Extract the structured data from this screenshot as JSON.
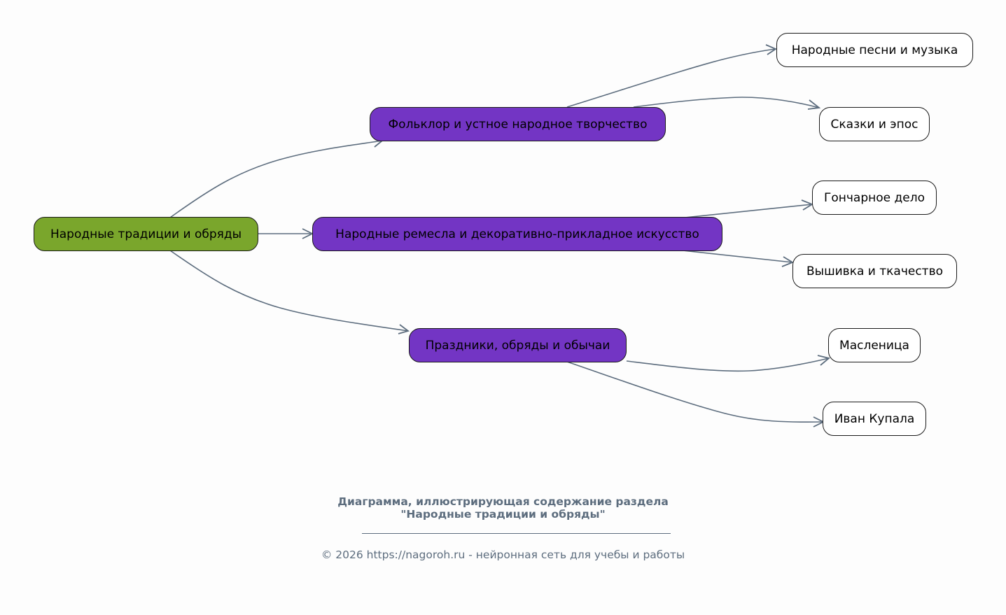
{
  "diagram": {
    "root": {
      "id": "root",
      "label": "Народные традиции и обряды",
      "color": "#7aa62c"
    },
    "branches": [
      {
        "id": "folklore",
        "label": "Фольклор и устное народное творчество",
        "color": "#7335c4",
        "children": [
          {
            "id": "songs",
            "label": "Народные песни и музыка"
          },
          {
            "id": "tales",
            "label": "Сказки и эпос"
          }
        ]
      },
      {
        "id": "crafts",
        "label": "Народные ремесла и декоративно-прикладное искусство",
        "color": "#7335c4",
        "children": [
          {
            "id": "pottery",
            "label": "Гончарное дело"
          },
          {
            "id": "embroidery",
            "label": "Вышивка и ткачество"
          }
        ]
      },
      {
        "id": "holidays",
        "label": "Праздники, обряды и обычаи",
        "color": "#7335c4",
        "children": [
          {
            "id": "maslenitsa",
            "label": "Масленица"
          },
          {
            "id": "kupala",
            "label": "Иван Купала"
          }
        ]
      }
    ],
    "leaf_color": "#ffffff",
    "edge_color": "#5d6d7e"
  },
  "caption": {
    "title_line1": "Диаграмма, иллюстрирующая содержание раздела",
    "title_line2": "\"Народные традиции и обряды\"",
    "footer": "© 2026 https://nagoroh.ru - нейронная сеть для учебы и работы"
  }
}
